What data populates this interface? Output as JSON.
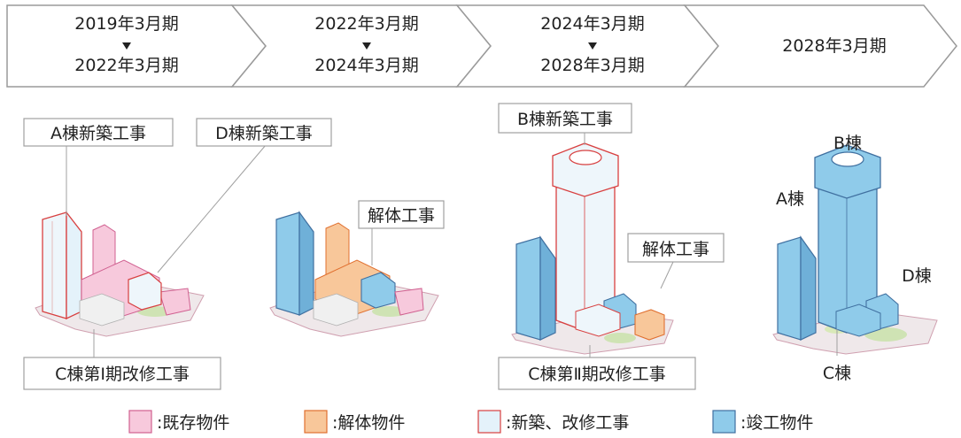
{
  "phases": [
    {
      "from": "2019年3月期",
      "to": "2022年3月期"
    },
    {
      "from": "2022年3月期",
      "to": "2024年3月期"
    },
    {
      "from": "2024年3月期",
      "to": "2028年3月期"
    },
    {
      "label": "2028年3月期"
    }
  ],
  "labels": {
    "a_new": "A棟新築工事",
    "d_new": "D棟新築工事",
    "c_phase1": "C棟第Ⅰ期改修工事",
    "demolition_2": "解体工事",
    "b_new": "B棟新築工事",
    "demolition_3": "解体工事",
    "c_phase2": "C棟第Ⅱ期改修工事",
    "b_bldg": "B棟",
    "a_bldg": "A棟",
    "d_bldg": "D棟",
    "c_bldg": "C棟"
  },
  "legend": [
    {
      "label": ":既存物件",
      "color": "#f7c9dc",
      "border": "#d06090"
    },
    {
      "label": ":解体物件",
      "color": "#f8c79a",
      "border": "#e07030"
    },
    {
      "label": ":新築、改修工事",
      "color": "#e4f2fa",
      "border": "#d84040"
    },
    {
      "label": ":竣工物件",
      "color": "#8fcbea",
      "border": "#4070a0"
    }
  ]
}
